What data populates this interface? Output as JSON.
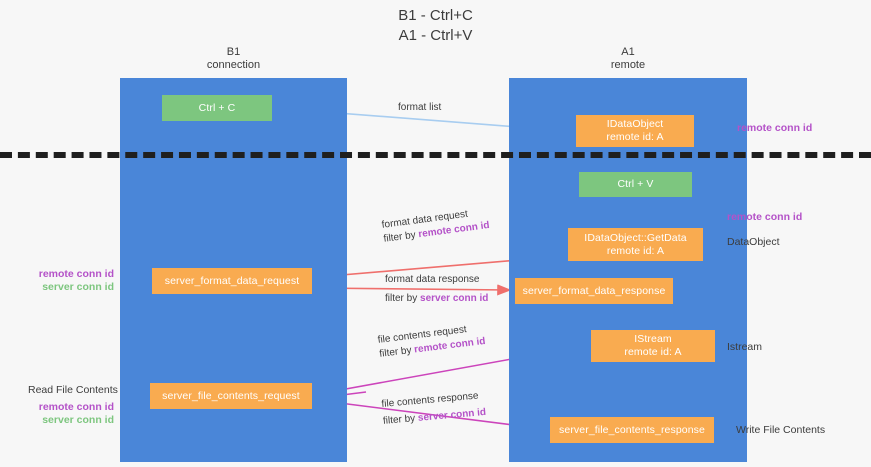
{
  "title": {
    "line1": "B1 - Ctrl+C",
    "line2": "A1 - Ctrl+V"
  },
  "columns": {
    "left": {
      "name": "B1",
      "role": "connection"
    },
    "right": {
      "name": "A1",
      "role": "remote"
    }
  },
  "boxes": {
    "ctrl_c": {
      "label": "Ctrl + C",
      "color": "#7dc67f"
    },
    "idataobject": {
      "line1": "IDataObject",
      "line2": "remote id: A",
      "color": "#f9ab50"
    },
    "ctrl_v": {
      "label": "Ctrl + V",
      "color": "#7dc67f"
    },
    "getdata": {
      "line1": "IDataObject::GetData",
      "line2": "remote id: A",
      "color": "#f9ab50"
    },
    "server_format_data_request": {
      "label": "server_format_data_request",
      "color": "#f9ab50"
    },
    "server_format_data_response": {
      "label": "server_format_data_response",
      "color": "#f9ab50"
    },
    "istream": {
      "line1": "IStream",
      "line2": "remote id: A",
      "color": "#f9ab50"
    },
    "server_file_contents_request": {
      "label": "server_file_contents_request",
      "color": "#f9ab50"
    },
    "server_file_contents_response": {
      "label": "server_file_contents_response",
      "color": "#f9ab50"
    }
  },
  "flows": {
    "format_list": {
      "label": "format list"
    },
    "format_data_request": {
      "line1": "format data request",
      "filter_prefix": "filter by ",
      "filter_value": "remote conn id"
    },
    "format_data_response": {
      "line1": "format data response",
      "filter_prefix": "filter by ",
      "filter_value": "server conn id"
    },
    "file_contents_request": {
      "line1": "file contents request",
      "filter_prefix": "filter by ",
      "filter_value": "remote conn id"
    },
    "file_contents_response": {
      "line1": "file contents response",
      "filter_prefix": "filter by ",
      "filter_value": "server conn id"
    }
  },
  "side_labels": {
    "dataobject": "DataObject",
    "istream": "Istream",
    "write_file_contents": "Write File Contents",
    "read_file_contents": "Read File Contents"
  },
  "conn_ids": {
    "remote_top": "remote conn id",
    "remote_mid": "remote conn id",
    "legend_mid_remote": "remote conn id",
    "legend_mid_server": "server conn id",
    "legend_bot_remote": "remote conn id",
    "legend_bot_server": "server conn id"
  },
  "colors": {
    "lane": "#4a86d8",
    "green_box": "#7dc67f",
    "orange_box": "#f9ab50",
    "remote_conn_id": "#b452c8",
    "server_conn_id": "#7dc67f",
    "arrow_blue": "#a8cdf0",
    "arrow_red": "#ef6f6c",
    "arrow_magenta": "#cc44bb",
    "arrow_black": "#1f1f1f",
    "background": "#f7f7f7"
  }
}
